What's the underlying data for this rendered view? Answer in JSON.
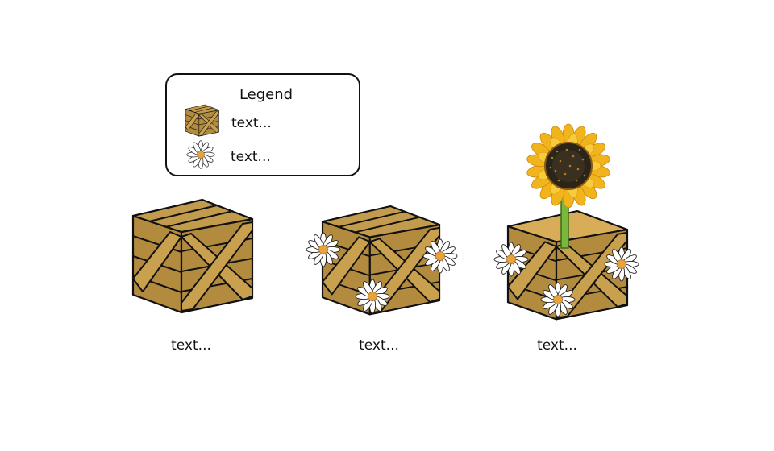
{
  "legend": {
    "title": "Legend",
    "items": [
      {
        "icon": "crate-icon",
        "label": "text..."
      },
      {
        "icon": "daisy-icon",
        "label": "text..."
      }
    ]
  },
  "scenes": [
    {
      "label": "text..."
    },
    {
      "label": "text..."
    },
    {
      "label": "text..."
    }
  ],
  "colors": {
    "wood": "#b38b3e",
    "wood_top": "#c29b4c",
    "wood_light": "#d9ad58",
    "outline": "#111111",
    "daisy_petal": "#ffffff",
    "daisy_center": "#e8a43c",
    "sunflower_petal": "#f2b41c",
    "sunflower_center": "#2b2418",
    "stem": "#7ab83c"
  }
}
